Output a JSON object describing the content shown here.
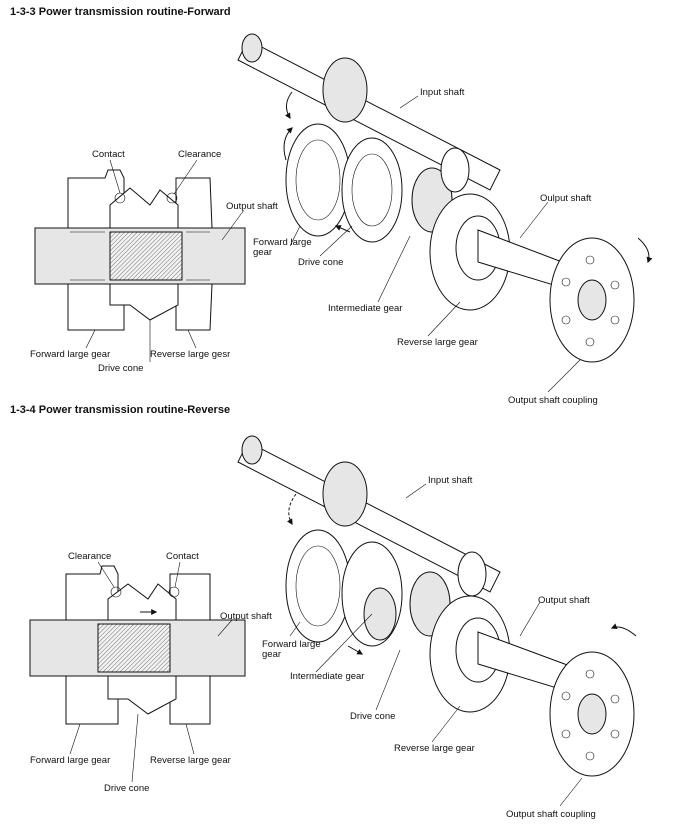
{
  "forward": {
    "heading": "1-3-3 Power transmission routine-Forward",
    "section_labels": {
      "contact": "Contact",
      "clearance": "Clearance",
      "output_shaft": "Output shaft",
      "forward_large_gear": "Forward large gear",
      "reverse_large_gear": "Reverse large gesr",
      "drive_cone": "Drive cone"
    },
    "assembly_labels": {
      "input_shaft": "Input shaft",
      "forward_large_gear_l1": "Forward large",
      "forward_large_gear_l2": "gear",
      "drive_cone": "Drive cone",
      "intermediate_gear": "Intermediate gear",
      "reverse_large_gear": "Reverse large gear",
      "output_shaft": "Oulput shaft",
      "output_shaft_coupling": "Output shaft coupling"
    }
  },
  "reverse": {
    "heading": "1-3-4 Power transmission routine-Reverse",
    "section_labels": {
      "clearance": "Clearance",
      "contact": "Contact",
      "output_shaft": "Output shaft",
      "forward_large_gear": "Forward large gear",
      "reverse_large_gear": "Reverse large gear",
      "drive_cone": "Drive cone"
    },
    "assembly_labels": {
      "input_shaft": "Input shaft",
      "forward_large_gear_l1": "Forward large",
      "forward_large_gear_l2": "gear",
      "intermediate_gear": "Intermediate gear",
      "drive_cone": "Drive cone",
      "reverse_large_gear": "Reverse large gear",
      "output_shaft": "Output shaft",
      "output_shaft_coupling": "Output shaft coupling"
    }
  }
}
